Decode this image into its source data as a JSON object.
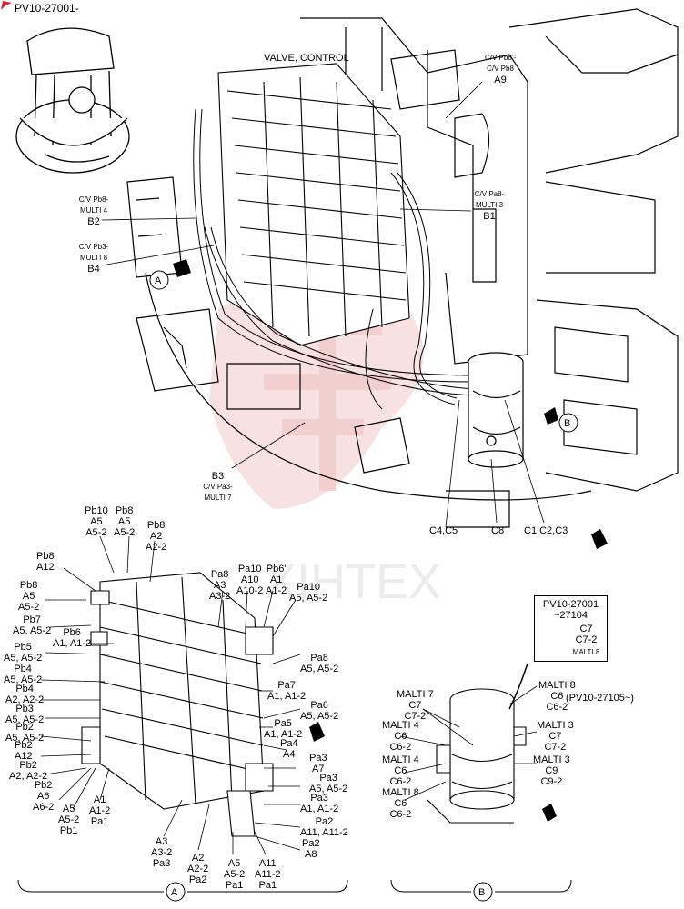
{
  "header": {
    "doc_code": "PV10-27001-"
  },
  "main_view": {
    "valve_control_label": "VALVE, CONTROL",
    "a9": {
      "sub": "C/V Pb8'-\nC/V Pb8",
      "code": "A9"
    },
    "b1": {
      "sub": "C/V Pa8-\nMULTI 3",
      "code": "B1"
    },
    "b2": {
      "sub": "C/V Pb8-\nMULTI 4",
      "code": "B2"
    },
    "b4": {
      "sub": "C/V Pb3-\nMULTI 8",
      "code": "B4"
    },
    "b3": {
      "code": "B3",
      "sub": "C/V Pa3-\nMULTI 7"
    },
    "bottom_codes": [
      "C4,C5",
      "C8",
      "C1,C2,C3"
    ],
    "view_marks": [
      "A",
      "B"
    ]
  },
  "view_a_labels": [
    {
      "id": "pb10",
      "text": "Pb10\nA5\nA5-2"
    },
    {
      "id": "pb8top",
      "text": "Pb8\nA5\nA5-2"
    },
    {
      "id": "pb8a2",
      "text": "Pb8\nA2\nA2-2"
    },
    {
      "id": "pb8a12",
      "text": "Pb8\nA12"
    },
    {
      "id": "pb8a5",
      "text": "Pb8\nA5\nA5-2"
    },
    {
      "id": "pb7",
      "text": "Pb7\nA5, A5-2"
    },
    {
      "id": "pb6",
      "text": "Pb6\nA1, A1-2"
    },
    {
      "id": "pb5",
      "text": "Pb5\nA5, A5-2"
    },
    {
      "id": "pb4a",
      "text": "Pb4\nA5, A5-2"
    },
    {
      "id": "pb4b",
      "text": "Pb4\nA2, A2-2"
    },
    {
      "id": "pb3",
      "text": "Pb3\nA5, A5-2"
    },
    {
      "id": "pb2a",
      "text": "Pb2\nA5, A5-2"
    },
    {
      "id": "pb2b",
      "text": "Pb2\nA12"
    },
    {
      "id": "pb2c",
      "text": "Pb2\nA2, A2-2"
    },
    {
      "id": "pb2d",
      "text": "Pb2\nA6\nA6-2"
    },
    {
      "id": "pb1",
      "text": "A5\nA5-2\nPb1"
    },
    {
      "id": "pa1a",
      "text": "A1\nA1-2\nPa1"
    },
    {
      "id": "pa8",
      "text": "Pa8\nA3\nA3-2"
    },
    {
      "id": "pa10",
      "text": "Pa10\nA10\nA10-2"
    },
    {
      "id": "pb6p",
      "text": "Pb6'\nA1\nA1-2"
    },
    {
      "id": "pa10b",
      "text": "Pa10\nA5, A5-2"
    },
    {
      "id": "pa8b",
      "text": "Pa8\nA5, A5-2"
    },
    {
      "id": "pa7",
      "text": "Pa7\nA1, A1-2"
    },
    {
      "id": "pa6",
      "text": "Pa6\nA5, A5-2"
    },
    {
      "id": "pa5",
      "text": "Pa5\nA1, A1-2"
    },
    {
      "id": "pa4",
      "text": "Pa4\nA4"
    },
    {
      "id": "pa3a",
      "text": "Pa3\nA7"
    },
    {
      "id": "pa3b",
      "text": "Pa3\nA5, A5-2"
    },
    {
      "id": "pa3c",
      "text": "Pa3\nA1, A1-2"
    },
    {
      "id": "pa2a",
      "text": "Pa2\nA11, A11-2"
    },
    {
      "id": "pa2b",
      "text": "Pa2\nA8"
    },
    {
      "id": "pa3d",
      "text": "A3\nA3-2\nPa3"
    },
    {
      "id": "pa2c",
      "text": "A2\nA2-2\nPa2"
    },
    {
      "id": "pa1b",
      "text": "A5\nA5-2\nPa1"
    },
    {
      "id": "pa1c",
      "text": "A11\nA11-2\nPa1"
    }
  ],
  "inset": {
    "range": "PV10-27001\n~27104",
    "code": "C7\nC7-2",
    "sub": "MALTI 8"
  },
  "view_b_labels": [
    {
      "id": "m8top",
      "text": "MALTI 8\nC6\nC6-2"
    },
    {
      "id": "range2",
      "text": "(PV10-27105~)"
    },
    {
      "id": "m7",
      "text": "MALTI 7\nC7\nC7-2"
    },
    {
      "id": "m4a",
      "text": "MALTI 4\nC6\nC6-2"
    },
    {
      "id": "m3a",
      "text": "MALTI 3\nC7\nC7-2"
    },
    {
      "id": "m4b",
      "text": "MALTI 4\nC6\nC6-2"
    },
    {
      "id": "m3b",
      "text": "MALTI 3\nC9\nC9-2"
    },
    {
      "id": "m8b",
      "text": "MALTI 8\nC6\nC6-2"
    }
  ],
  "watermark": "XIHTEX",
  "footer_marks": [
    "A",
    "B"
  ],
  "colors": {
    "line": "#000000",
    "watermark": "#e9b9b9",
    "flag": "#d8232a"
  }
}
